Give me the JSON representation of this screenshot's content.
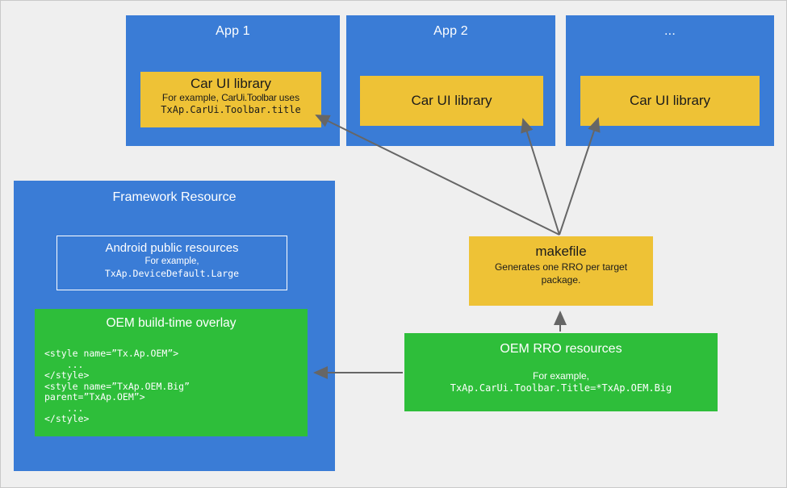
{
  "colors": {
    "blue": "#3A7CD6",
    "yellow": "#EEC236",
    "green": "#2EBE3A",
    "background": "#EFEFEF",
    "arrow": "#666666"
  },
  "apps": [
    {
      "title": "App 1",
      "library": {
        "title": "Car UI library",
        "example_prefix": "For example, ",
        "example_inline_code": "CarUi.Toolbar",
        "example_suffix": " uses",
        "example_code": "TxAp.CarUi.Toolbar.title"
      }
    },
    {
      "title": "App 2",
      "library": {
        "title": "Car UI library"
      }
    },
    {
      "title": "...",
      "library": {
        "title": "Car UI library"
      }
    }
  ],
  "framework": {
    "title": "Framework Resource",
    "public_resources": {
      "title": "Android public resources",
      "example_label": "For example,",
      "example_code": "TxAp.DeviceDefault.Large"
    },
    "overlay": {
      "title": "OEM build-time overlay",
      "code_lines": [
        "<style name=”Tx.Ap.OEM”>",
        "    ...",
        "</style>",
        "<style name=”TxAp.OEM.Big”",
        "parent=”TxAp.OEM”>",
        "    ...",
        "</style>"
      ]
    }
  },
  "makefile": {
    "title": "makefile",
    "description": "Generates one RRO per target package."
  },
  "rro": {
    "title": "OEM RRO resources",
    "example_label": "For example,",
    "example_code": "TxAp.CarUi.Toolbar.Title=*TxAp.OEM.Big"
  }
}
